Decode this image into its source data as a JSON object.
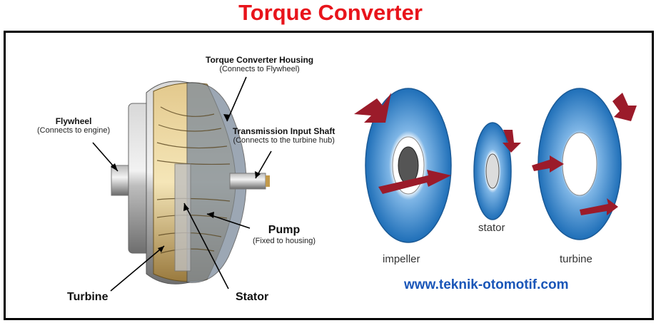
{
  "title": "Torque Converter",
  "labels": {
    "housing": {
      "name": "Torque Converter Housing",
      "note": "(Connects to Flywheel)"
    },
    "flywheel": {
      "name": "Flywheel",
      "note": "(Connects to engine)"
    },
    "input_shaft": {
      "name": "Transmission Input Shaft",
      "note": "(Connects to the turbine hub)"
    },
    "pump": {
      "name": "Pump",
      "note": "(Fixed to housing)"
    },
    "turbine": "Turbine",
    "stator": "Stator"
  },
  "exploded": {
    "impeller": "impeller",
    "stator": "stator",
    "turbine": "turbine"
  },
  "website": "www.teknik-otomotif.com",
  "colors": {
    "title": "#e8141b",
    "url": "#1a56b8",
    "blade_blue": "#2d86cf",
    "arrow": "#9b1b2a"
  }
}
